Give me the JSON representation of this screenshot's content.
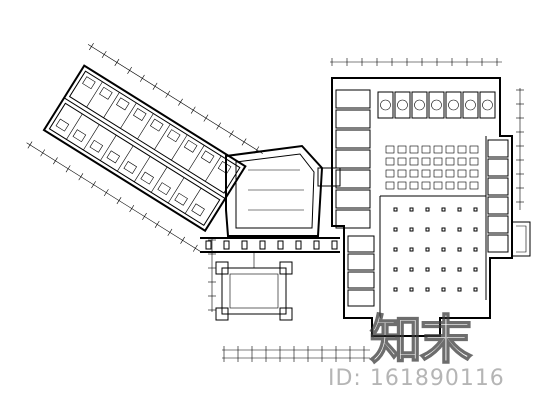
{
  "drawing": {
    "type": "architectural floor plan",
    "line_color": "#000000",
    "background": "#ffffff"
  },
  "watermark": {
    "logo_text": "知末",
    "id_text": "ID: 161890116",
    "color": "#9a9a9a"
  }
}
